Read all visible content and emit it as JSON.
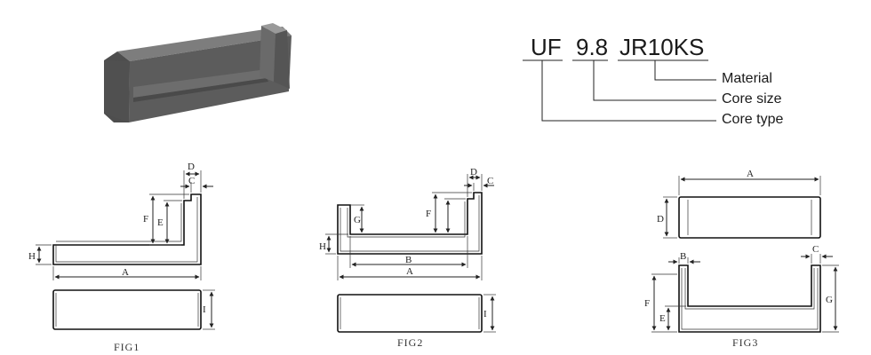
{
  "code": {
    "type": "UF",
    "size": "9.8",
    "material": "JR10KS"
  },
  "legend": {
    "material": "Material",
    "core_size": "Core size",
    "core_type": "Core type"
  },
  "fig1": {
    "caption": "FIG1",
    "labels": {
      "A": "A",
      "C": "C",
      "D": "D",
      "E": "E",
      "F": "F",
      "H": "H",
      "I": "I"
    }
  },
  "fig2": {
    "caption": "FIG2",
    "labels": {
      "A": "A",
      "B": "B",
      "C": "C",
      "D": "D",
      "F": "F",
      "G": "G",
      "H": "H",
      "I": "I"
    }
  },
  "fig3": {
    "caption": "FIG3",
    "labels": {
      "A": "A",
      "B": "B",
      "C": "C",
      "D": "D",
      "E": "E",
      "F": "F",
      "G": "G"
    }
  },
  "colors": {
    "core": "#5a5a5a",
    "core_light": "#8a8a8a",
    "core_dark": "#3f3f3f",
    "line": "#222222"
  }
}
